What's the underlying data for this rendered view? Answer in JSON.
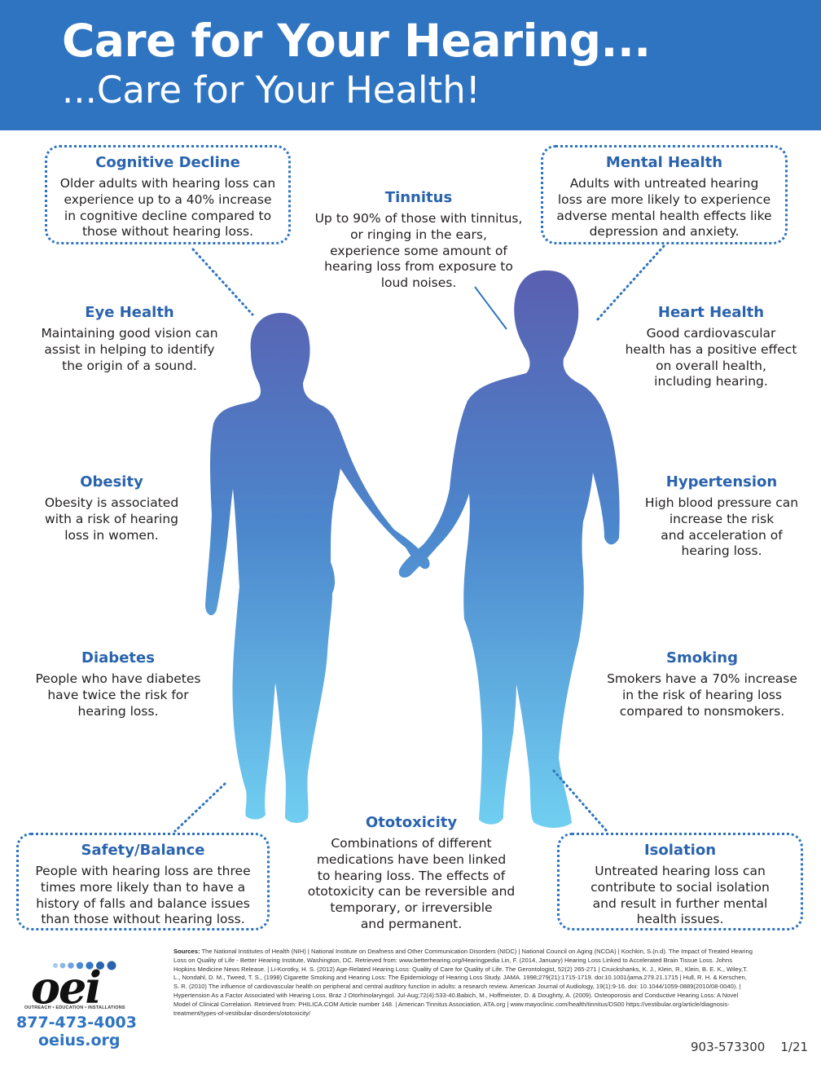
{
  "header": {
    "title": "Care for Your Hearing...",
    "subtitle": "...Care for Your Health!"
  },
  "colors": {
    "header_bg": "#2f74c0",
    "heading_blue": "#2a63ad",
    "figure_top": "#5a5fb0",
    "figure_bottom": "#6fd0f2"
  },
  "sections": {
    "cognitive": {
      "title": "Cognitive Decline",
      "lines": [
        "Older adults with hearing loss can",
        "experience up to a 40% increase",
        "in cognitive decline compared to",
        "those without hearing loss."
      ]
    },
    "tinnitus": {
      "title": "Tinnitus",
      "lines": [
        "Up to 90% of those with tinnitus,",
        "or ringing in the ears,",
        "experience some amount of",
        "hearing loss from exposure to",
        "loud noises."
      ]
    },
    "mental": {
      "title": "Mental Health",
      "lines": [
        "Adults with untreated hearing",
        "loss are more likely to experience",
        "adverse mental health effects like",
        "depression and anxiety."
      ]
    },
    "eye": {
      "title": "Eye Health",
      "lines": [
        "Maintaining good vision can",
        "assist in helping to identify",
        "the origin of a sound."
      ]
    },
    "heart": {
      "title": "Heart Health",
      "lines": [
        "Good cardiovascular",
        "health has a positive effect",
        "on overall health,",
        "including hearing."
      ]
    },
    "obesity": {
      "title": "Obesity",
      "lines": [
        "Obesity is associated",
        "with a risk of hearing",
        "loss in women."
      ]
    },
    "hypertension": {
      "title": "Hypertension",
      "lines": [
        "High blood pressure can",
        "increase the risk",
        "and acceleration of",
        "hearing loss."
      ]
    },
    "diabetes": {
      "title": "Diabetes",
      "lines": [
        "People who have diabetes",
        "have twice the risk for",
        "hearing loss."
      ]
    },
    "smoking": {
      "title": "Smoking",
      "lines": [
        "Smokers have a 70% increase",
        "in the risk of hearing loss",
        "compared to nonsmokers."
      ]
    },
    "safety": {
      "title": "Safety/Balance",
      "lines": [
        "People with hearing loss are three",
        "times more likely than to have a",
        "history of falls and balance issues",
        "than those without hearing loss."
      ]
    },
    "ototoxicity": {
      "title": "Ototoxicity",
      "lines": [
        "Combinations of different",
        "medications have been linked",
        "to hearing loss. The effects of",
        "ototoxicity can be reversible and",
        "temporary, or irreversible",
        "and permanent."
      ]
    },
    "isolation": {
      "title": "Isolation",
      "lines": [
        "Untreated hearing loss can",
        "contribute to social isolation",
        "and result in further mental",
        "health issues."
      ]
    }
  },
  "sources": {
    "label": "Sources:",
    "text": "The National Institutes of Health (NIH) | National Institute on Deafness and Other Communication Disorders (NIDC) | National Council on Aging (NCOA) | Kochkin, S.(n.d). The Impact of Treated Hearing Loss on Quality of Life - Better Hearing Institute, Washington, DC. Retrieved from: www.betterhearing.org/Hearingpedia Lin, F. (2014, January) Hearing Loss Linked to Accelerated Brain Tissue Loss. Johns Hopkins Medicine News Release. | Li-Korotky, H. S. (2012) Age-Related Hearing Loss: Quality of Care for Quality of Life. The Gerontologist, 52(2) 265-271 | Cruickshanks, K. J., Klein, R., Klein, B. E. K., Wiley,T. L., Nondahl, D. M., Tweed, T. S., (1998) Cigarette Smoking and Hearing Loss: The Epidemiology of Hearing Loss Study. JAMA. 1998;279(21):1715-1719. doi:10.1001/jama.279.21.1715 | Hull, R. H. & Kerschen, S. R. (2010) The influence of cardiovascular health on peripheral and central auditory function in adults: a research review. American Journal of Audiology, 19(1):9-16. doi: 10.1044/1059-0889(2010/08-0040). | Hypertension As a Factor Associated with Hearing Loss. Braz J Otorhinolaryngol. Jul-Aug;72(4):533-40.Babich, M., Hoffmeister, D. & Doughrty, A. (2009). Osteoporosis and Conductive Hearing Loss: A Novel Model of Clinical Correlation. Retrieved from: PHILICA.COM Article number 148. | American Tinnitus Association, ATA.org | www.mayoclinic.com/health/tinnitus/DS00 https://vestibular.org/article/diagnosis-treatment/types-of-vestibular-disorders/ototoxicity/"
  },
  "footer": {
    "logo_text": "oei",
    "logo_tagline": "OUTREACH • EDUCATION • INSTALLATIONS",
    "phone": "877-473-4003",
    "website": "oeius.org",
    "doc_number": "903-573300",
    "revision": "1/21"
  }
}
